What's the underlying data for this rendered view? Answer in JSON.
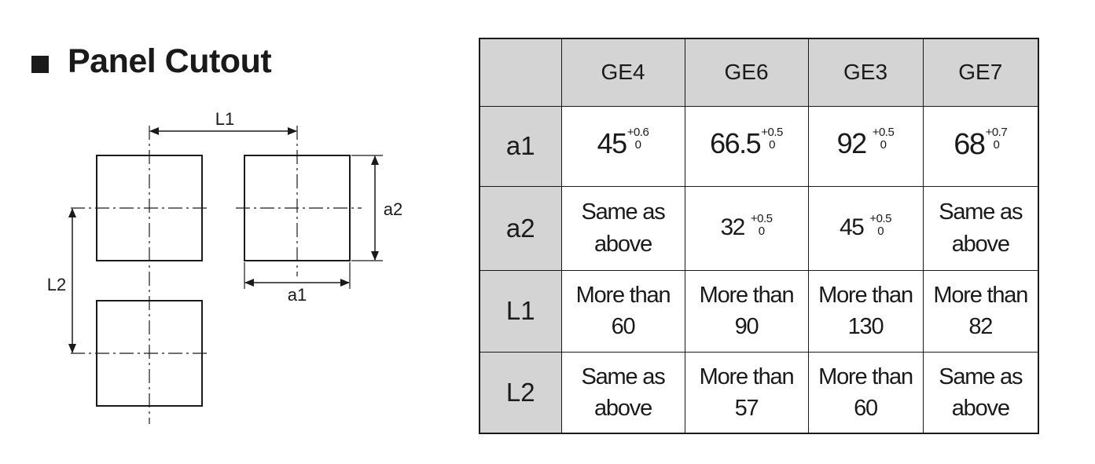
{
  "heading": {
    "title": "Panel Cutout"
  },
  "diagram": {
    "labels": {
      "L1": "L1",
      "L2": "L2",
      "a1": "a1",
      "a2": "a2"
    }
  },
  "table": {
    "headers": [
      "GE4",
      "GE6",
      "GE3",
      "GE7"
    ],
    "rows": {
      "a1": {
        "label": "a1",
        "cells": [
          {
            "value": "45",
            "upper": "+0.6",
            "lower": "0"
          },
          {
            "value": "66.5",
            "upper": "+0.5",
            "lower": "0"
          },
          {
            "value": "92",
            "upper": "+0.5",
            "lower": "0"
          },
          {
            "value": "68",
            "upper": "+0.7",
            "lower": "0"
          }
        ]
      },
      "a2": {
        "label": "a2",
        "cells": [
          {
            "line1": "Same as",
            "line2": "above"
          },
          {
            "value": "32",
            "upper": "+0.5",
            "lower": "0"
          },
          {
            "value": "45",
            "upper": "+0.5",
            "lower": "0"
          },
          {
            "line1": "Same as",
            "line2": "above"
          }
        ]
      },
      "L1": {
        "label": "L1",
        "cells": [
          {
            "line1": "More than",
            "line2": "60"
          },
          {
            "line1": "More than",
            "line2": "90"
          },
          {
            "line1": "More than",
            "line2": "130"
          },
          {
            "line1": "More than",
            "line2": "82"
          }
        ]
      },
      "L2": {
        "label": "L2",
        "cells": [
          {
            "line1": "Same as",
            "line2": "above"
          },
          {
            "line1": "More than",
            "line2": "57"
          },
          {
            "line1": "More than",
            "line2": "60"
          },
          {
            "line1": "Same as",
            "line2": "above"
          }
        ]
      }
    }
  }
}
